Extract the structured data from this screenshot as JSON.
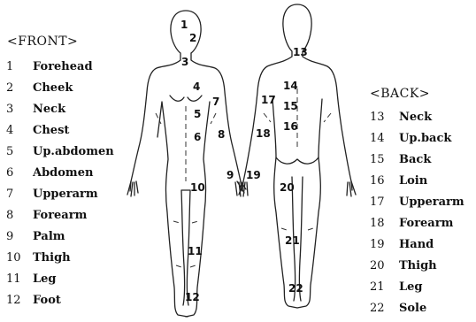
{
  "front": {
    "title": "<FRONT>",
    "items": [
      {
        "num": "1",
        "label": "Forehead"
      },
      {
        "num": "2",
        "label": "Cheek"
      },
      {
        "num": "3",
        "label": "Neck"
      },
      {
        "num": "4",
        "label": "Chest"
      },
      {
        "num": "5",
        "label": "Up.abdomen"
      },
      {
        "num": "6",
        "label": "Abdomen"
      },
      {
        "num": "7",
        "label": "Upperarm"
      },
      {
        "num": "8",
        "label": "Forearm"
      },
      {
        "num": "9",
        "label": "Palm"
      },
      {
        "num": "10",
        "label": "Thigh"
      },
      {
        "num": "11",
        "label": "Leg"
      },
      {
        "num": "12",
        "label": "Foot"
      }
    ]
  },
  "back": {
    "title": "<BACK>",
    "items": [
      {
        "num": "13",
        "label": "Neck"
      },
      {
        "num": "14",
        "label": "Up.back"
      },
      {
        "num": "15",
        "label": "Back"
      },
      {
        "num": "16",
        "label": "Loin"
      },
      {
        "num": "17",
        "label": "Upperarm"
      },
      {
        "num": "18",
        "label": "Forearm"
      },
      {
        "num": "19",
        "label": "Hand"
      },
      {
        "num": "20",
        "label": "Thigh"
      },
      {
        "num": "21",
        "label": "Leg"
      },
      {
        "num": "22",
        "label": "Sole"
      }
    ]
  },
  "figure_markers": {
    "front": [
      "1",
      "2",
      "3",
      "4",
      "5",
      "6",
      "7",
      "8",
      "9",
      "10",
      "11",
      "12"
    ],
    "back": [
      "13",
      "14",
      "15",
      "16",
      "17",
      "18",
      "19",
      "20",
      "21",
      "22"
    ]
  }
}
